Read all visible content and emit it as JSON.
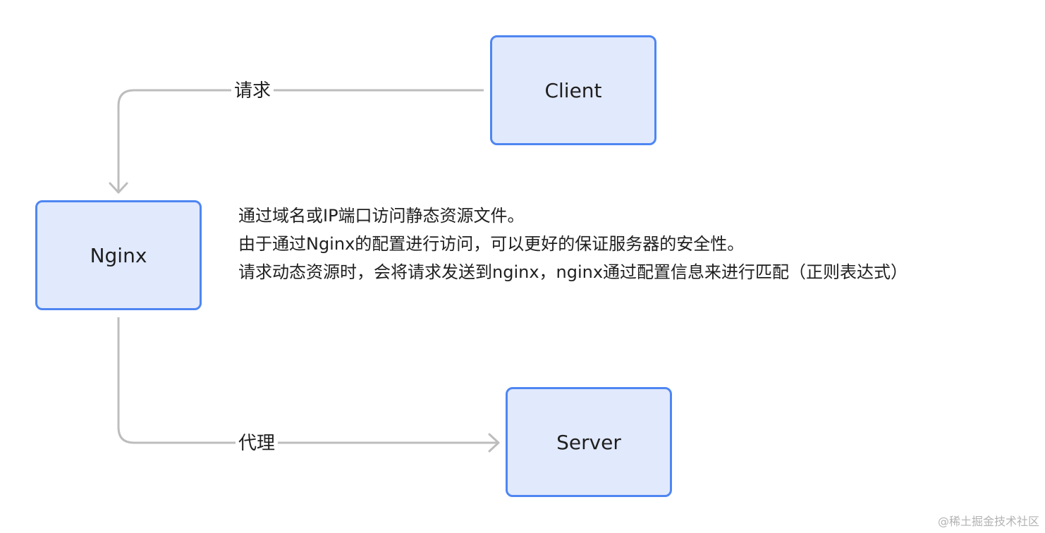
{
  "nodes": {
    "client": "Client",
    "nginx": "Nginx",
    "server": "Server"
  },
  "edges": {
    "request_label": "请求",
    "proxy_label": "代理"
  },
  "notes": [
    "通过域名或IP端口访问静态资源文件。",
    "由于通过Nginx的配置进行访问，可以更好的保证服务器的安全性。",
    "请求动态资源时，会将请求发送到nginx，nginx通过配置信息来进行匹配（正则表达式）"
  ],
  "watermark": "@稀土掘金技术社区",
  "colors": {
    "node_fill": "#e1e9fc",
    "node_border": "#4e86f2",
    "edge": "#bdbdbd"
  }
}
